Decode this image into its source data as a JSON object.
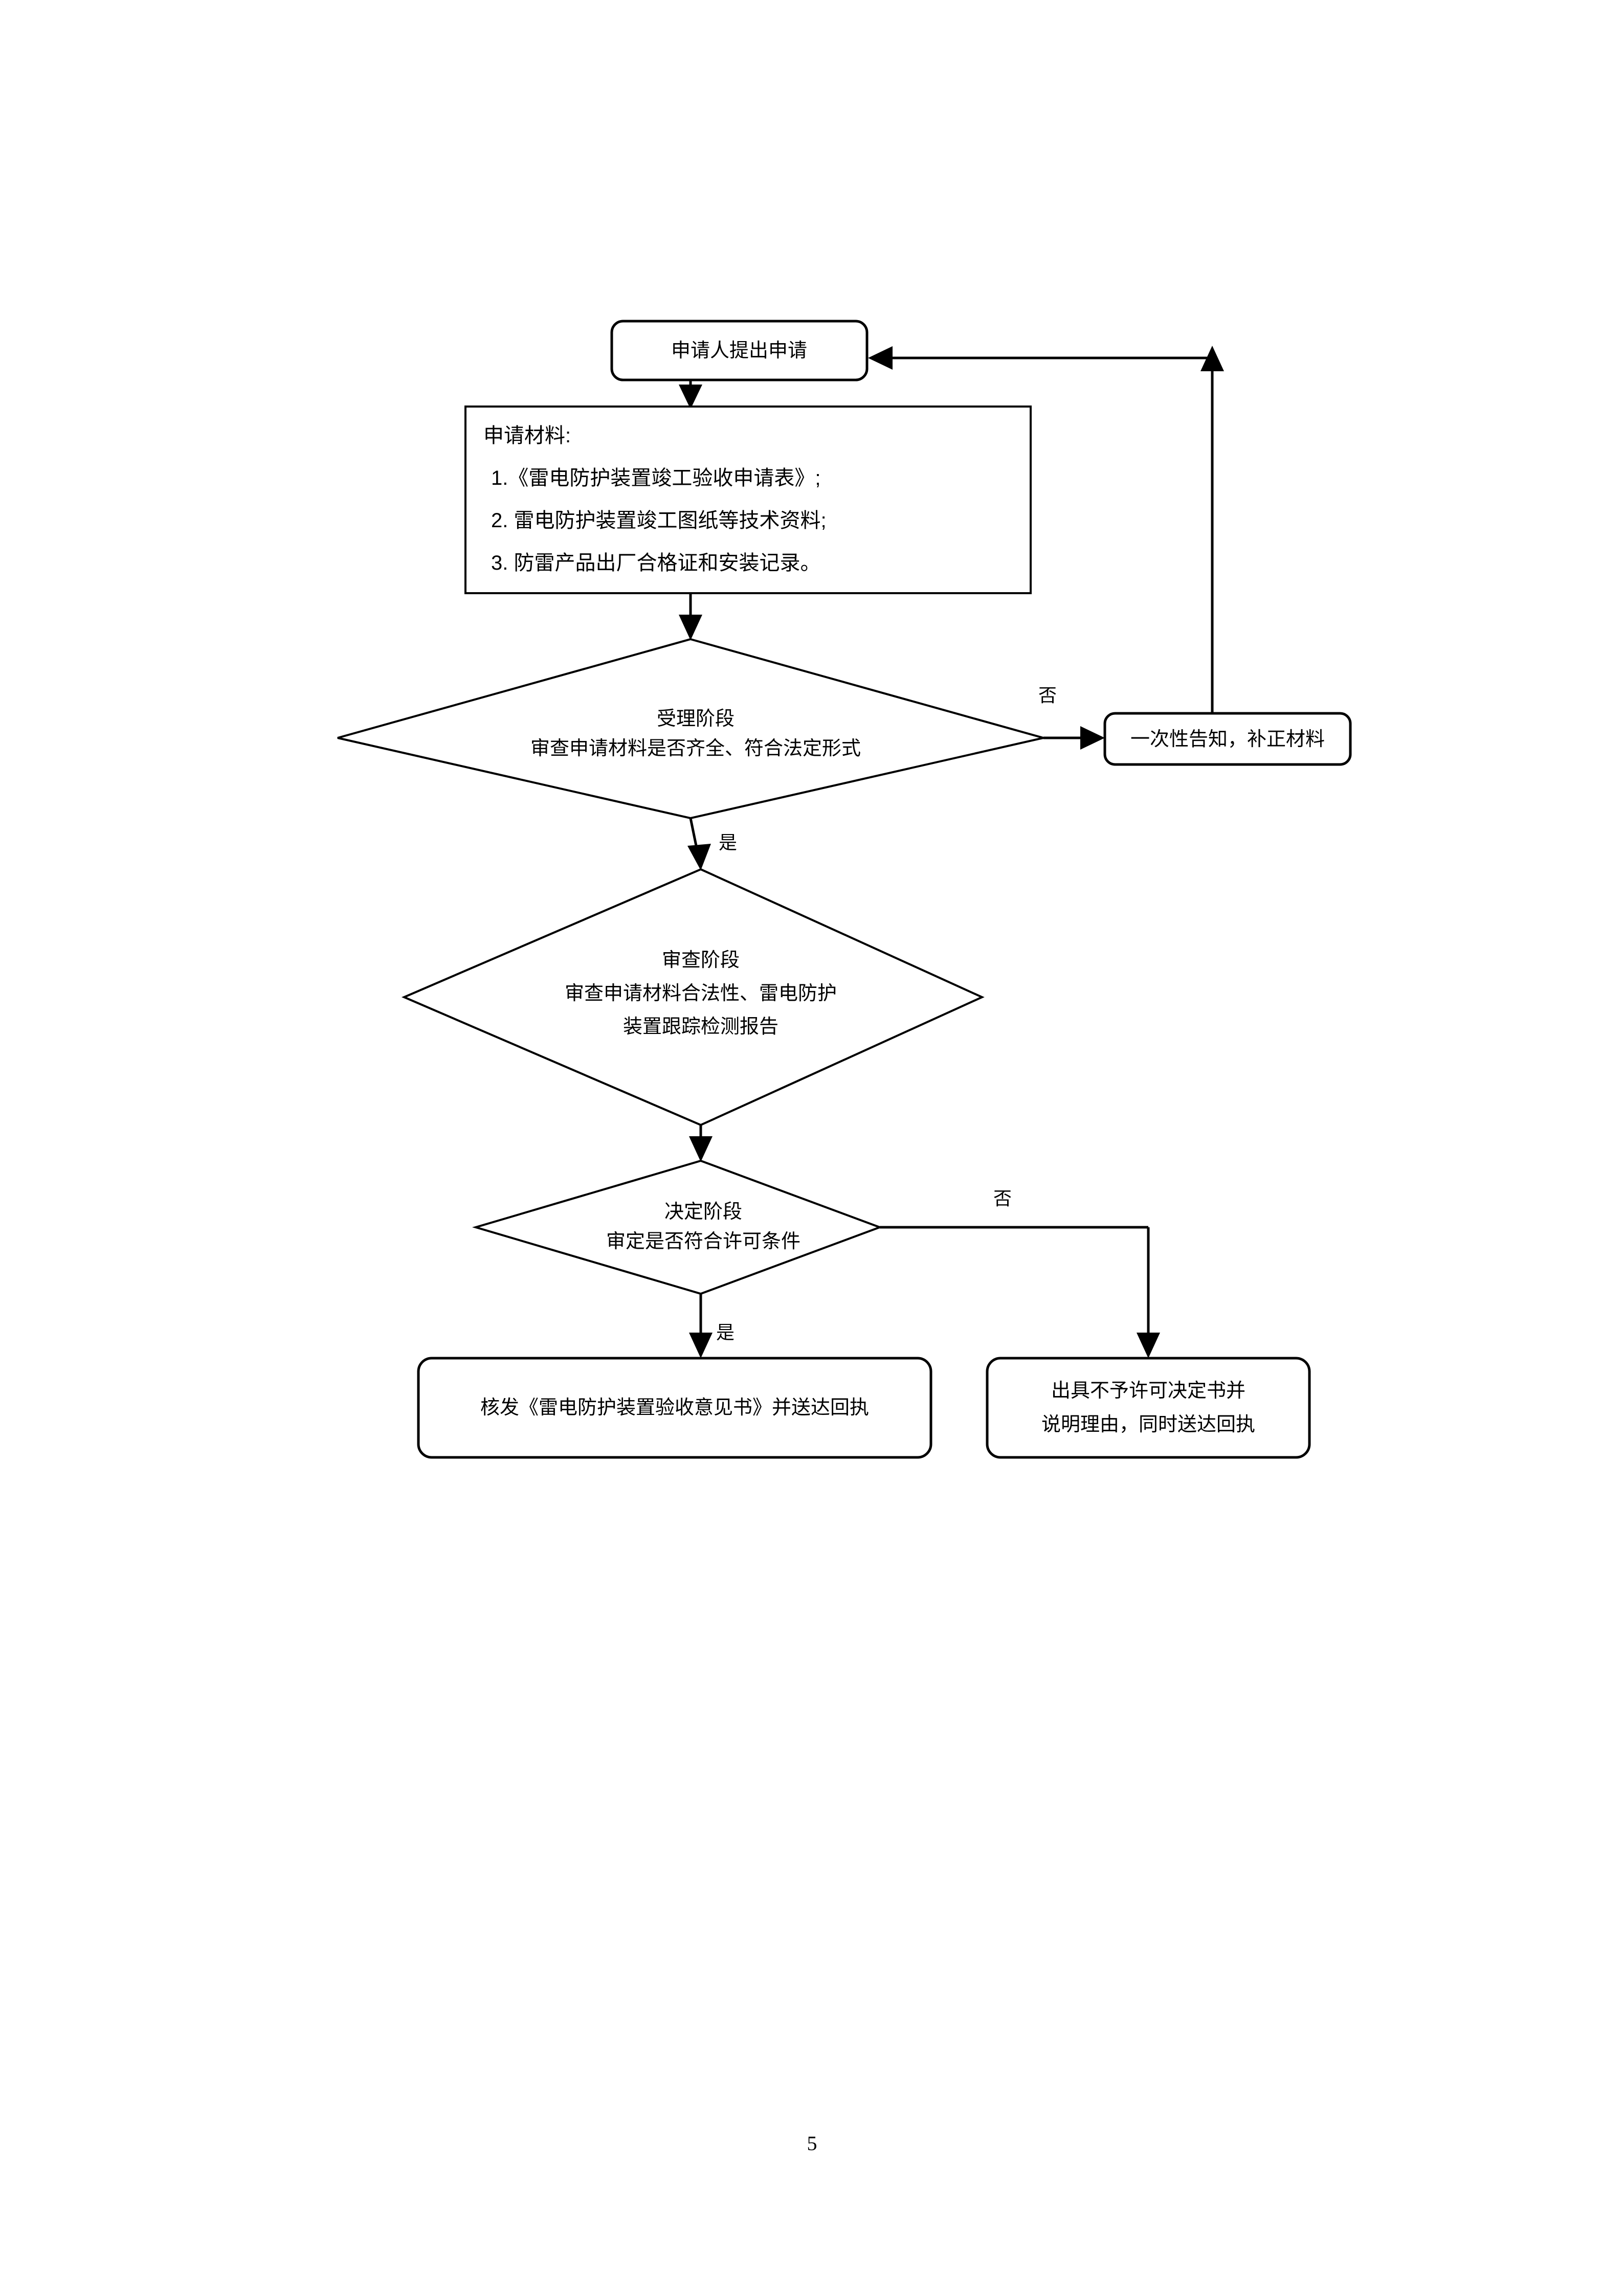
{
  "document": {
    "page_number": "5"
  },
  "flowchart": {
    "title_node": {
      "label": "申请人提出申请"
    },
    "materials_box": {
      "heading": "申请材料:",
      "items": [
        "1.《雷电防护装置竣工验收申请表》;",
        "2. 雷电防护装置竣工图纸等技术资料;",
        "3. 防雷产品出厂合格证和安装记录。"
      ]
    },
    "decision_acceptance": {
      "line1": "受理阶段",
      "line2": "审查申请材料是否齐全、符合法定形式"
    },
    "notice_box": {
      "label": "一次性告知，补正材料"
    },
    "decision_review": {
      "line1": "审查阶段",
      "line2": "审查申请材料合法性、雷电防护",
      "line3": "装置跟踪检测报告"
    },
    "decision_determination": {
      "line1": "决定阶段",
      "line2": "审定是否符合许可条件"
    },
    "approve_box": {
      "label": "核发《雷电防护装置验收意见书》并送达回执"
    },
    "reject_box": {
      "line1": "出具不予许可决定书并",
      "line2": "说明理由，同时送达回执"
    },
    "edge_labels": {
      "acceptance_no": "否",
      "acceptance_yes": "是",
      "determination_no": "否",
      "determination_yes": "是"
    },
    "colors": {
      "stroke": "#000000",
      "fill": "#ffffff",
      "text": "#000000"
    }
  }
}
